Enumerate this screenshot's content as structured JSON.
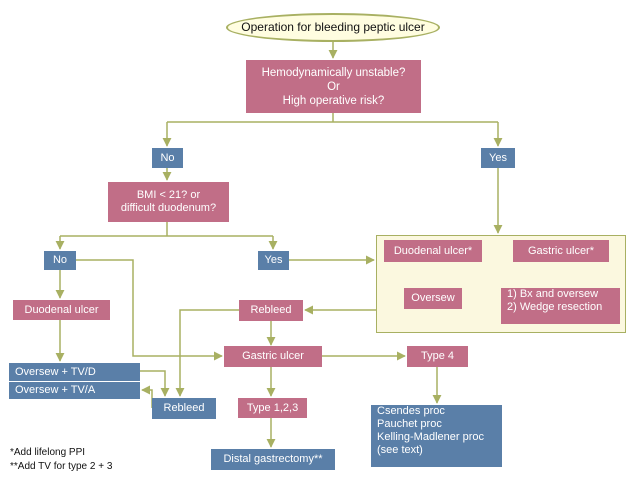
{
  "colors": {
    "pink": "#c16e87",
    "blue": "#5a7fa8",
    "line": "#a8b062",
    "panel": "#fbf8df"
  },
  "nodes": {
    "start": "Operation for bleeding peptic ulcer",
    "q1": [
      "Hemodynamically unstable?",
      "Or",
      "High operative risk?"
    ],
    "no1": "No",
    "yes1": "Yes",
    "q2": [
      "BMI < 21? or",
      "difficult duodenum?"
    ],
    "no2": "No",
    "yes2": "Yes",
    "duodenal_ulcer_star": "Duodenal ulcer*",
    "gastric_ulcer_star": "Gastric ulcer*",
    "oversew": "Oversew",
    "gastric_options": [
      "1) Bx and oversew",
      "2) Wedge resection"
    ],
    "duodenal_ulcer": "Duodenal ulcer",
    "rebleed_top": "Rebleed",
    "oversew_tvd": "Oversew + TV/D",
    "oversew_tva": "Oversew + TV/A",
    "gastric_ulcer": "Gastric ulcer",
    "type4": "Type 4",
    "rebleed_bottom": "Rebleed",
    "type123": "Type 1,2,3",
    "distal": "Distal gastrectomy**",
    "type4_procs": [
      "Csendes proc",
      "Pauchet proc",
      "Kelling-Madlener proc",
      "(see text)"
    ]
  },
  "footnotes": [
    "*Add lifelong PPI",
    "**Add TV for type 2 + 3"
  ]
}
